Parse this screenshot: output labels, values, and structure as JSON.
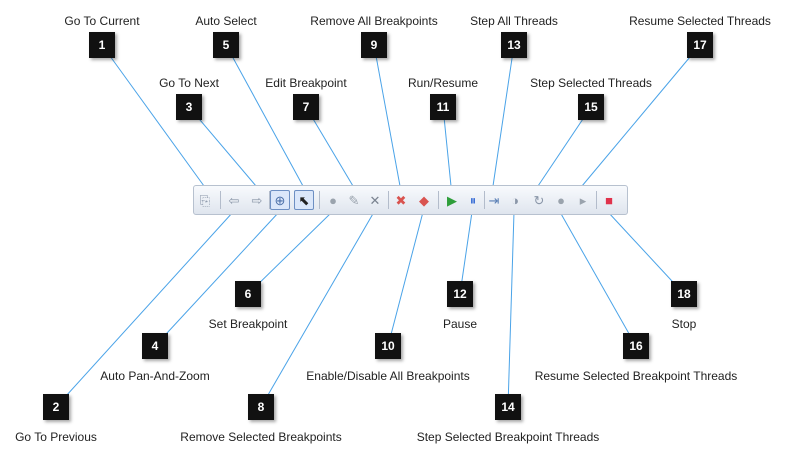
{
  "callouts": [
    {
      "num": "1",
      "label": "Go To Current"
    },
    {
      "num": "2",
      "label": "Go To Previous"
    },
    {
      "num": "3",
      "label": "Go To Next"
    },
    {
      "num": "4",
      "label": "Auto Pan-And-Zoom"
    },
    {
      "num": "5",
      "label": "Auto Select"
    },
    {
      "num": "6",
      "label": "Set Breakpoint"
    },
    {
      "num": "7",
      "label": "Edit Breakpoint"
    },
    {
      "num": "8",
      "label": "Remove Selected Breakpoints"
    },
    {
      "num": "9",
      "label": "Remove All Breakpoints"
    },
    {
      "num": "10",
      "label": "Enable/Disable All Breakpoints"
    },
    {
      "num": "11",
      "label": "Run/Resume"
    },
    {
      "num": "12",
      "label": "Pause"
    },
    {
      "num": "13",
      "label": "Step All Threads"
    },
    {
      "num": "14",
      "label": "Step Selected Breakpoint Threads"
    },
    {
      "num": "15",
      "label": "Step Selected Threads"
    },
    {
      "num": "16",
      "label": "Resume Selected Breakpoint Threads"
    },
    {
      "num": "17",
      "label": "Resume Selected Threads"
    },
    {
      "num": "18",
      "label": "Stop"
    }
  ],
  "toolbar": {
    "buttons": [
      {
        "icon": "go-to-current-icon",
        "glyph": "⎘",
        "color": "#8a96a8"
      },
      {
        "icon": "go-to-previous-icon",
        "glyph": "⇦",
        "color": "#8a96a8"
      },
      {
        "icon": "go-to-next-icon",
        "glyph": "⇨",
        "color": "#8a96a8"
      },
      {
        "icon": "auto-pan-and-zoom-icon",
        "glyph": "⊕",
        "color": "#4a6fa8"
      },
      {
        "icon": "auto-select-icon",
        "glyph": "⬉",
        "color": "#222222"
      },
      {
        "icon": "set-breakpoint-icon",
        "glyph": "●",
        "color": "#9aa3ad"
      },
      {
        "icon": "edit-breakpoint-icon",
        "glyph": "✎",
        "color": "#9aa3ad"
      },
      {
        "icon": "remove-selected-breakpoints-icon",
        "glyph": "✕",
        "color": "#7a8390"
      },
      {
        "icon": "remove-all-breakpoints-icon",
        "glyph": "✖",
        "color": "#d9534f"
      },
      {
        "icon": "enable-disable-all-breakpoints-icon",
        "glyph": "◆",
        "color": "#d9534f"
      },
      {
        "icon": "run-resume-icon",
        "glyph": "▶",
        "color": "#2e9e3a"
      },
      {
        "icon": "pause-icon",
        "glyph": "⏸",
        "color": "#3b6fd6"
      },
      {
        "icon": "step-all-threads-icon",
        "glyph": "⇥",
        "color": "#5a7fb5"
      },
      {
        "icon": "step-selected-breakpoint-threads-icon",
        "glyph": "◑",
        "color": "#8a96a8"
      },
      {
        "icon": "step-selected-threads-icon",
        "glyph": "↻",
        "color": "#8a96a8"
      },
      {
        "icon": "resume-selected-breakpoint-threads-icon",
        "glyph": "●",
        "color": "#9aa3ad"
      },
      {
        "icon": "resume-selected-threads-icon",
        "glyph": "▸",
        "color": "#9aa3ad"
      },
      {
        "icon": "stop-icon",
        "glyph": "■",
        "color": "#e0324b"
      }
    ]
  }
}
